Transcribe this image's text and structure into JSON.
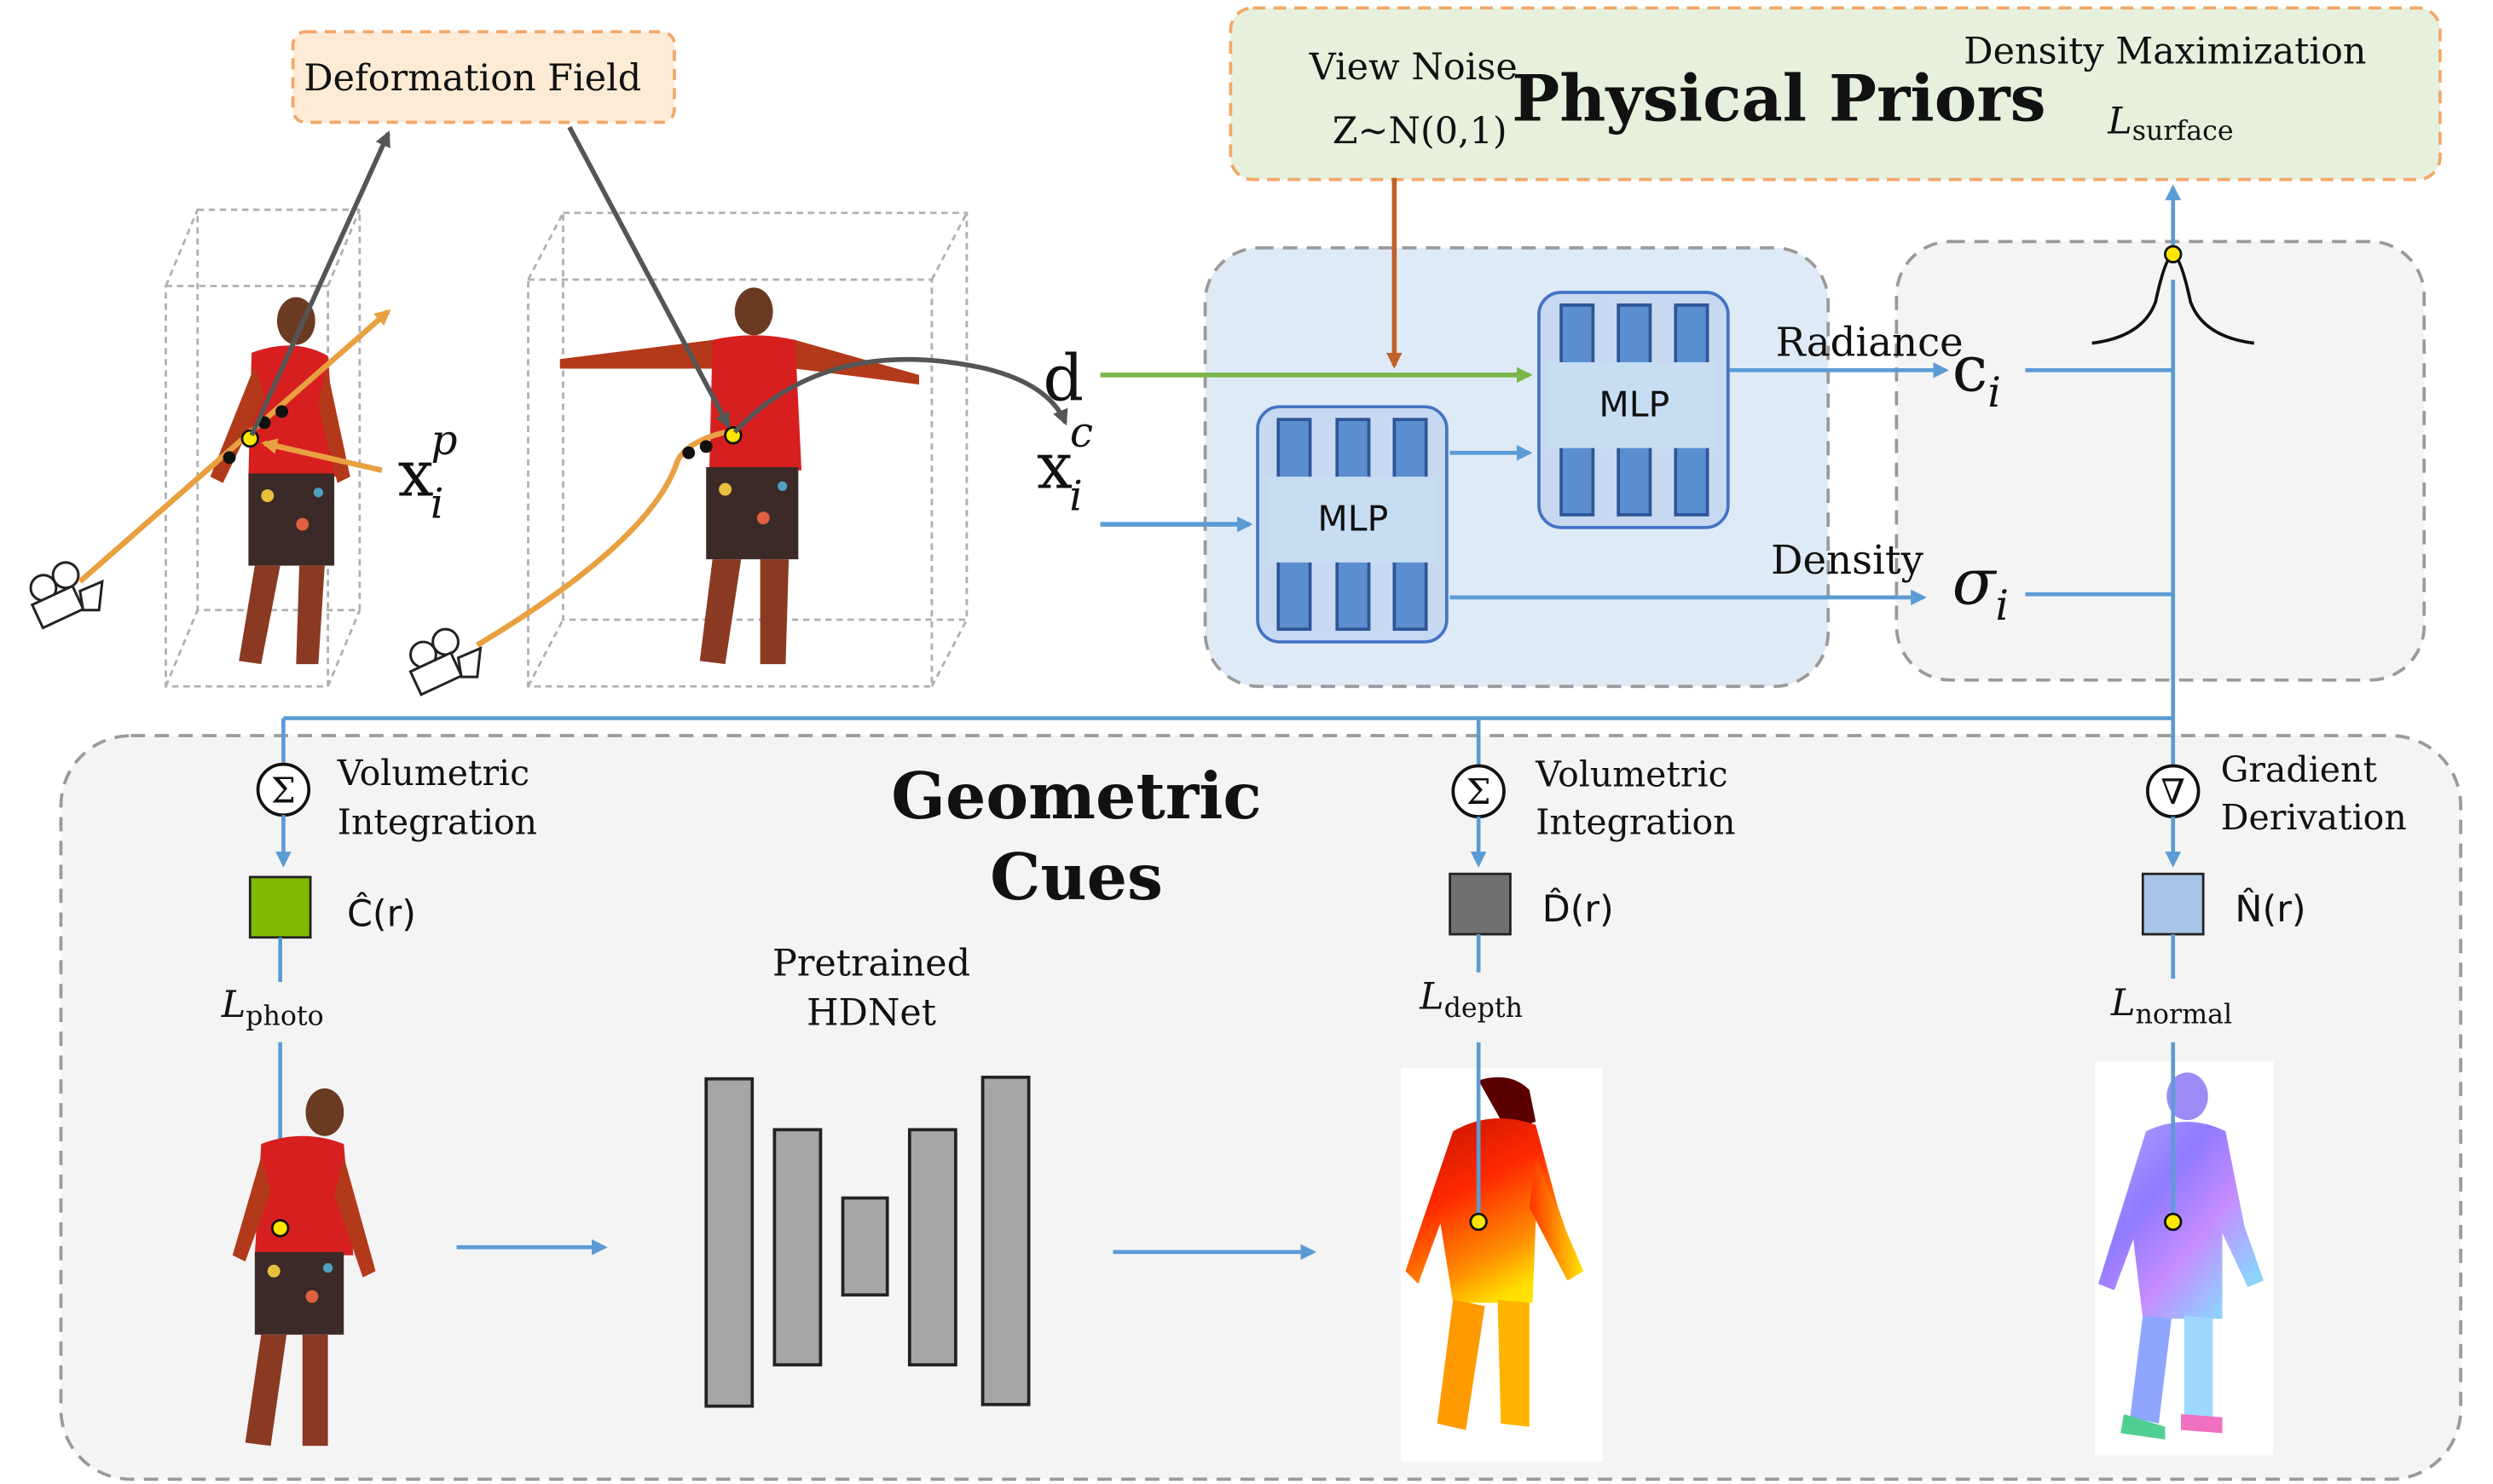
{
  "deformation_field": {
    "label": "Deformation Field"
  },
  "physical_priors": {
    "title": "Physical Priors",
    "view_noise_label": "View Noise",
    "view_noise_formula": "Z~N(0,1)",
    "density_max_label": "Density Maximization",
    "loss_surface": "L",
    "loss_surface_sub": "surface"
  },
  "inputs": {
    "d_label": "d",
    "x_p_base": "x",
    "x_p_sub": "i",
    "x_p_sup": "p",
    "x_c_base": "x",
    "x_c_sub": "i",
    "x_c_sup": "c"
  },
  "network": {
    "mlp1_label": "MLP",
    "mlp2_label": "MLP",
    "radiance_label": "Radiance",
    "density_label": "Density",
    "c_out_base": "c",
    "c_out_sub": "i",
    "sigma_out_base": "σ",
    "sigma_out_sub": "i"
  },
  "geometric_cues": {
    "title_line1": "Geometric",
    "title_line2": "Cues",
    "vol_int_1_line1": "Volumetric",
    "vol_int_1_line2": "Integration",
    "vol_int_2_line1": "Volumetric",
    "vol_int_2_line2": "Integration",
    "grad_line1": "Gradient",
    "grad_line2": "Derivation",
    "sum_symbol": "Σ",
    "nabla_symbol": "∇",
    "c_hat": "Ĉ(r)",
    "d_hat": "D̂(r)",
    "n_hat": "N̂(r)",
    "loss_photo": "L",
    "loss_photo_sub": "photo",
    "loss_depth": "L",
    "loss_depth_sub": "depth",
    "loss_normal": "L",
    "loss_normal_sub": "normal",
    "hdnet_line1": "Pretrained",
    "hdnet_line2": "HDNet"
  },
  "colors": {
    "blue_arrow": "#5b9bd5",
    "orange_ray": "#e8a040",
    "green_arrow": "#7ab648",
    "brown_arrow": "#c0602a",
    "priors_fill": "#e6f0dc",
    "priors_border": "#f2a868",
    "deform_fill": "#fdebd6",
    "mlp_panel_fill": "#deebf7",
    "mlp_block": "#5b8fd0",
    "cues_fill": "#f4f4f4",
    "c_swatch": "#7fba00",
    "d_swatch": "#707070",
    "n_swatch": "#a9c4e8"
  }
}
